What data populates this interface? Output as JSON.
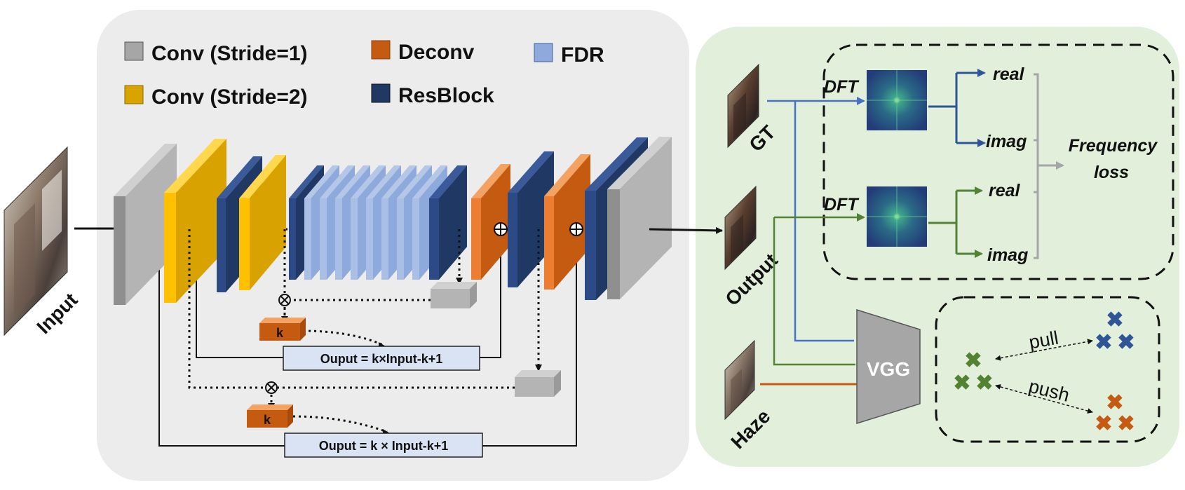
{
  "legend": {
    "conv_s1": "Conv (Stride=1)",
    "conv_s2": "Conv (Stride=2)",
    "deconv": "Deconv",
    "resblock": "ResBlock",
    "fdr": "FDR"
  },
  "images": {
    "input": "Input",
    "gt": "GT",
    "output": "Output",
    "haze": "Haze"
  },
  "formulas": {
    "upper": "Ouput = k×Input-k+1",
    "lower": "Ouput = k × Input-k+1"
  },
  "k_label": "k",
  "frequency": {
    "dft": "DFT",
    "real": "real",
    "imag": "imag",
    "loss_line1": "Frequency",
    "loss_line2": "loss"
  },
  "contrastive": {
    "vgg": "VGG",
    "pull": "pull",
    "push": "push"
  },
  "colors": {
    "conv_s1": "#a6a6a6",
    "conv_s2": "#ffc000",
    "deconv": "#ed7d31",
    "resblock": "#203864",
    "fdr": "#8ea9db",
    "left_panel": "#ececec",
    "right_panel": "#e2efda",
    "gt_line": "#4472c4",
    "output_line": "#548235",
    "haze_line": "#c55a11"
  }
}
